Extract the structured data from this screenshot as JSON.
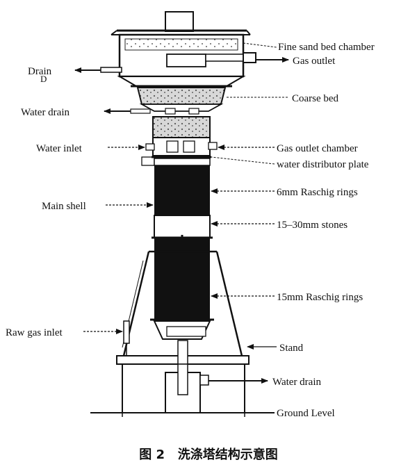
{
  "labels": {
    "fine_sand_bed_chamber": "Fine sand bed chamber",
    "gas_outlet": "Gas outlet",
    "drain": "Drain",
    "drain_sub": "D",
    "coarse_bed": "Coarse bed",
    "water_drain_top": "Water drain",
    "water_inlet": "Water inlet",
    "gas_outlet_chamber": "Gas outlet chamber",
    "water_distributor_plate": "water distributor plate",
    "main_shell": "Main shell",
    "raschig_6mm": "6mm Raschig rings",
    "stones": "15–30mm stones",
    "raschig_15mm": "15mm Raschig rings",
    "raw_gas_inlet": "Raw gas inlet",
    "stand": "Stand",
    "water_drain_bottom": "Water drain",
    "ground_level": "Ground Level"
  },
  "caption": "图 2   洗涤塔结构示意图"
}
